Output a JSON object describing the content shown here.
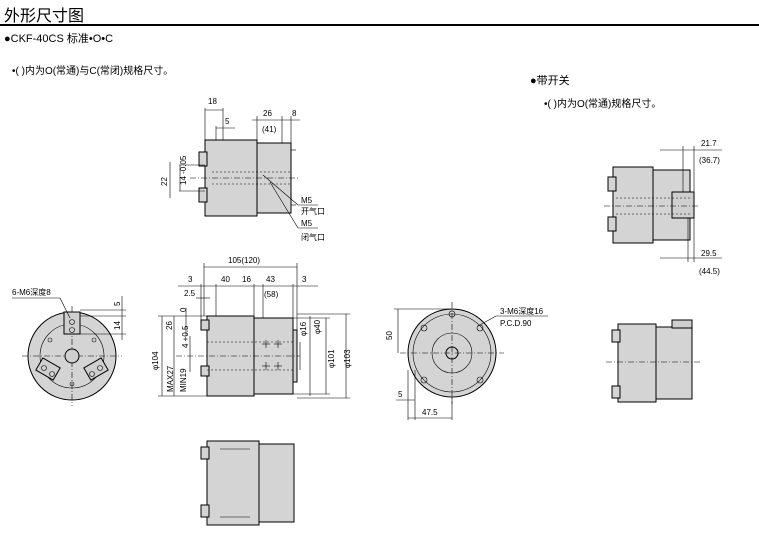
{
  "page": {
    "title": "外形尺寸图",
    "subtitle": "●CKF-40CS 标准•O•C",
    "note_main": "•( )内为O(常通)与C(常闭)规格尺寸。",
    "switch_heading": "●带开关",
    "note_switch": "•( )内为O(常通)规格尺寸。"
  },
  "dims": {
    "d18": "18",
    "d5a": "5",
    "d26": "26",
    "d41": "(41)",
    "d8": "8",
    "d14tol": "14 -0.05",
    "d22": "22",
    "m5a": "M5",
    "open_port": "开气口",
    "m5b": "M5",
    "close_port": "闭气口",
    "d105": "105(120)",
    "d3a": "3",
    "d40": "40",
    "d16": "16",
    "d43": "43",
    "d3b": "3",
    "d25": "2.5",
    "d58": "(58)",
    "d0": "0",
    "d26b": "26",
    "d4tol": "4 +0.5",
    "phi104": "φ104",
    "max27": "MAX27",
    "min19": "MIN19",
    "phi16": "φ16",
    "phi40": "φ40",
    "phi101": "φ101",
    "phi103": "φ103",
    "m6_depth8": "6-M6深度8",
    "d5b": "5",
    "d14b": "14",
    "d50": "50",
    "m6_depth16": "3-M6深度16",
    "pcd90": "P.C.D.90",
    "d5c": "5",
    "d475": "47.5",
    "d217": "21.7",
    "d367": "(36.7)",
    "d295": "29.5",
    "d445": "(44.5)"
  },
  "colors": {
    "body_fill": "#d4d4d4",
    "line": "#000000"
  }
}
